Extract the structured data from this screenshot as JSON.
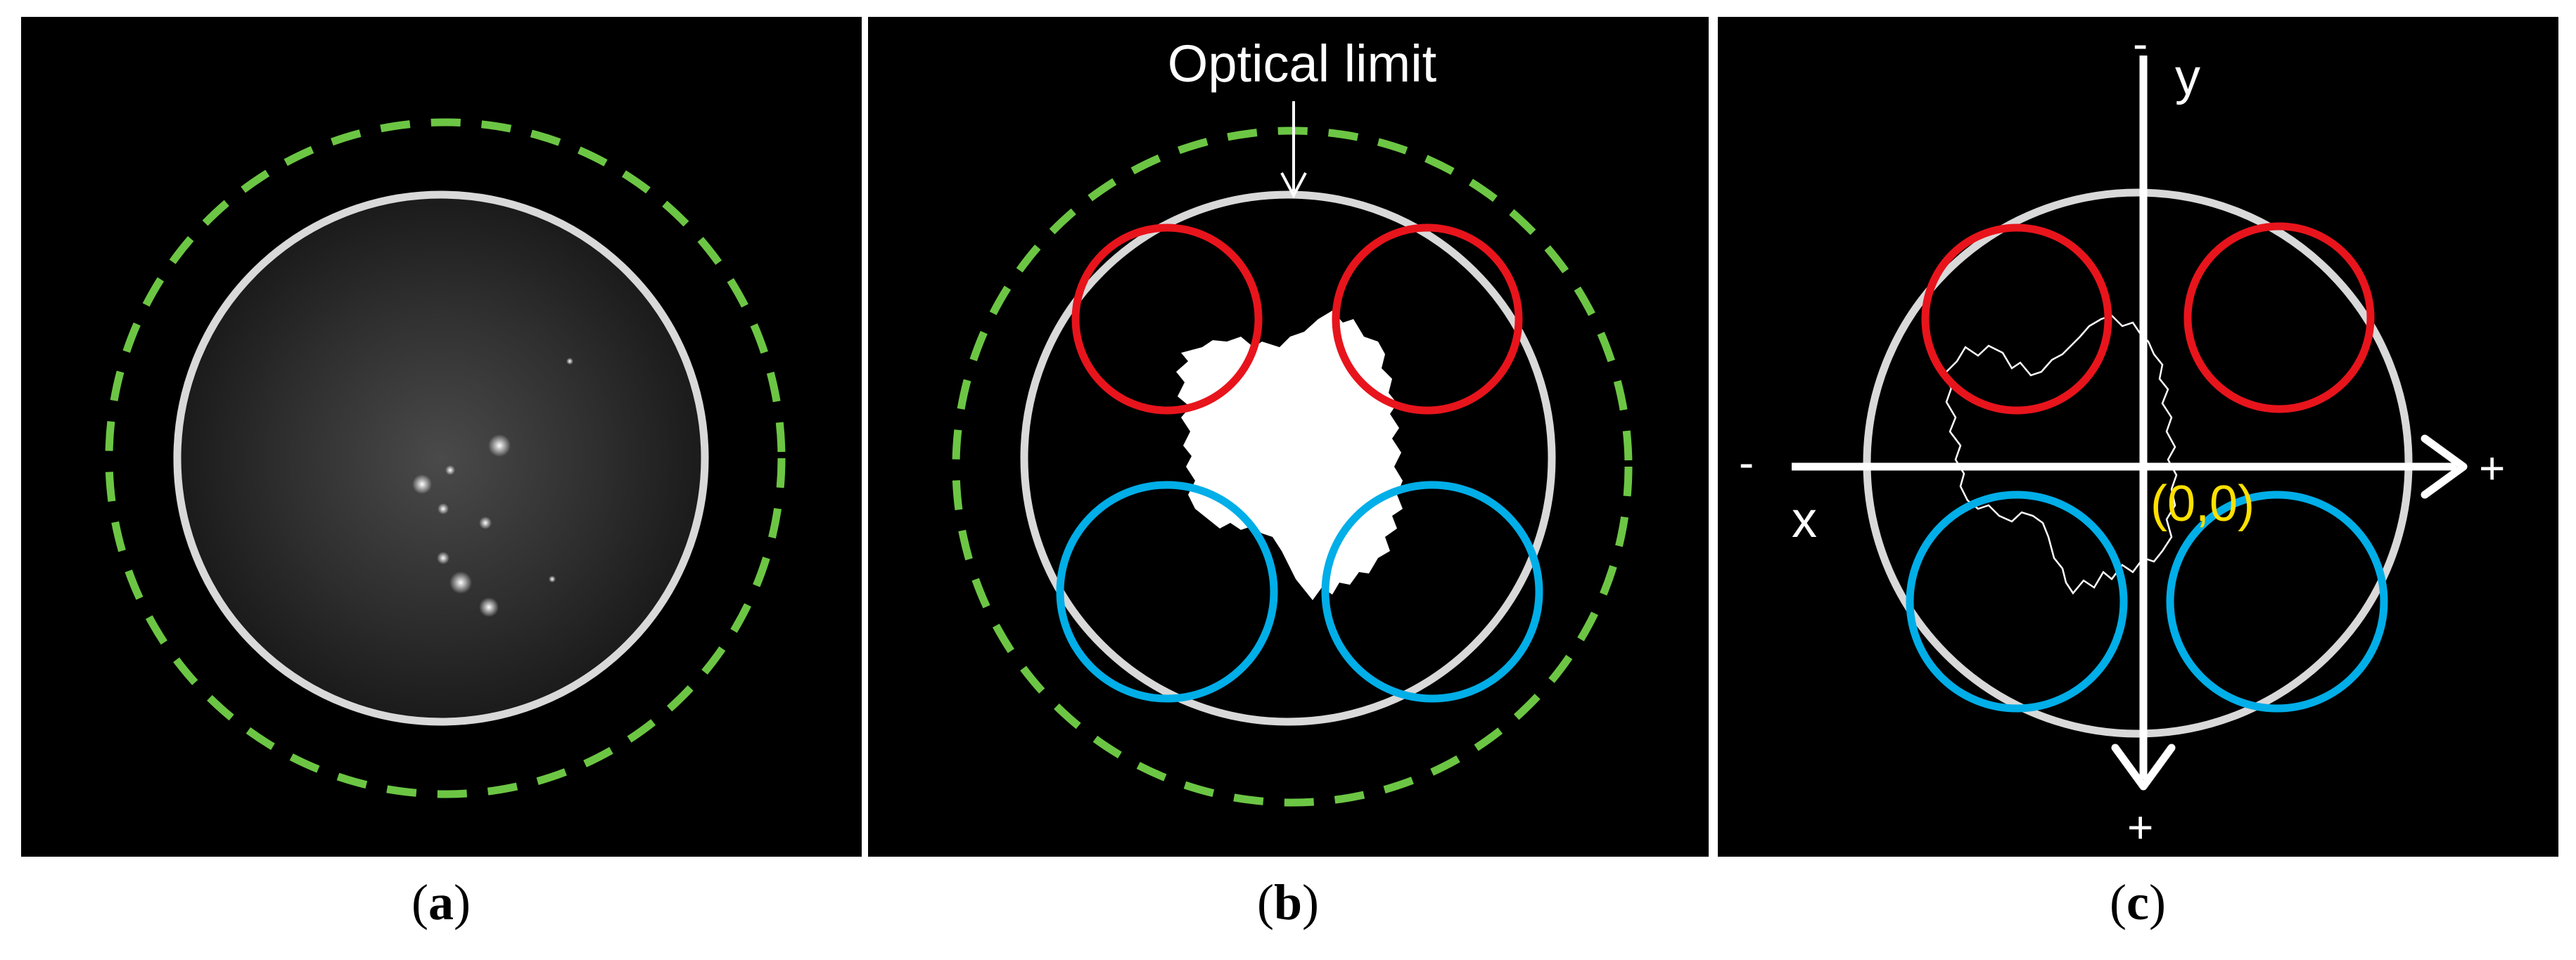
{
  "panels": {
    "a": {
      "caption_letter": "a"
    },
    "b": {
      "caption_letter": "b",
      "annotation": "Optical limit"
    },
    "c": {
      "caption_letter": "c",
      "axis": {
        "x_label": "x",
        "y_label": "y",
        "x_minus": "-",
        "x_plus": "+",
        "y_minus": "-",
        "y_plus": "+",
        "origin": "(0,0)"
      }
    }
  },
  "colors": {
    "background": "#000000",
    "optical_circle": "#d9d9d9",
    "dashed_circle": "#6cc644",
    "red_circle": "#e8141c",
    "blue_circle": "#00aee8",
    "origin_label": "#ffe000",
    "axis": "#ffffff"
  }
}
